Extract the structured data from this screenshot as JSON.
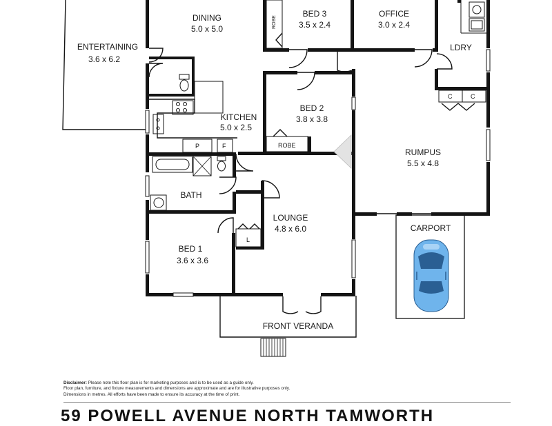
{
  "rooms": {
    "entertaining": {
      "name": "ENTERTAINING",
      "size": "3.6 x 6.2"
    },
    "dining": {
      "name": "DINING",
      "size": "5.0 x 5.0"
    },
    "bed3": {
      "name": "BED 3",
      "size": "3.5 x 2.4"
    },
    "office": {
      "name": "OFFICE",
      "size": "3.0 x 2.4"
    },
    "laundry": {
      "name": "LDRY"
    },
    "kitchen": {
      "name": "KITCHEN",
      "size": "5.0 x 2.5"
    },
    "bed2": {
      "name": "BED 2",
      "size": "3.8 x 3.8"
    },
    "rumpus": {
      "name": "RUMPUS",
      "size": "5.5 x 4.8"
    },
    "bath": {
      "name": "BATH"
    },
    "lounge": {
      "name": "LOUNGE",
      "size": "4.8 x 6.0"
    },
    "carport": {
      "name": "CARPORT"
    },
    "bed1": {
      "name": "BED 1",
      "size": "3.6 x 3.6"
    },
    "front_veranda": {
      "name": "FRONT VERANDA"
    }
  },
  "fixtures": {
    "robe_bed3": "ROBE",
    "robe_bed2": "ROBE",
    "pantry": "P",
    "fridge": "F",
    "linen": "L",
    "cupboard_1": "C",
    "cupboard_2": "C"
  },
  "colors": {
    "wall": "#141414",
    "car": "#6fb4ec",
    "car_dark": "#2a5f93"
  },
  "disclaimer": {
    "heading": "Disclaimer:",
    "line1": "Please note this floor plan is for marketing purposes and is to be used as a guide only.",
    "line2": "Floor plan, furniture, and fixture measurements and dimensions are approximate and are for illustrative purposes only.",
    "line3": "Dimensions in metres. All efforts have been made to ensure its accuracy at the time of print."
  },
  "address": "59 POWELL AVENUE NORTH TAMWORTH"
}
